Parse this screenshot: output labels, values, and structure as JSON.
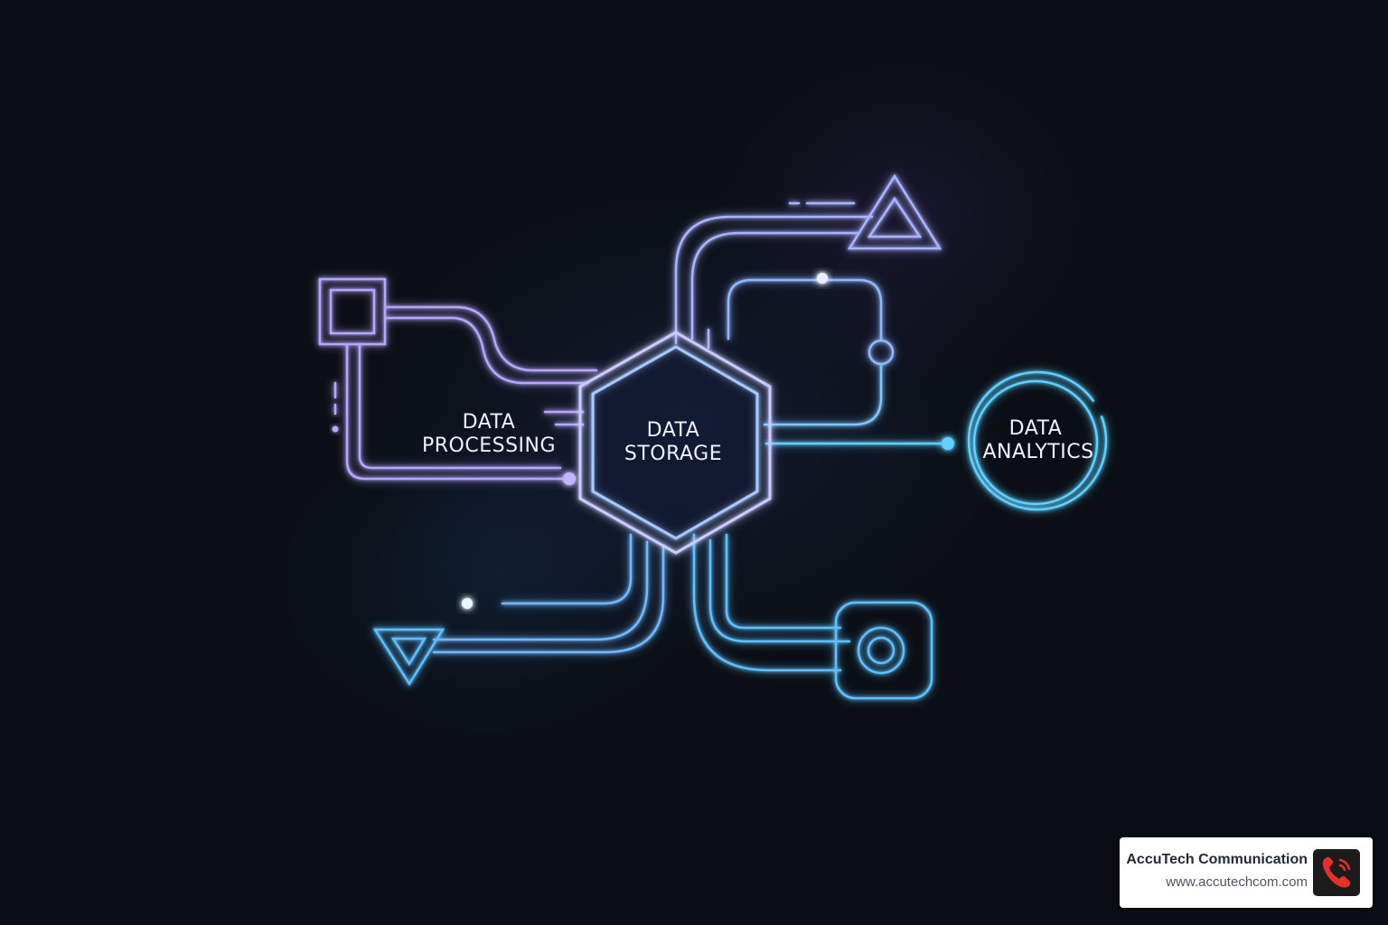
{
  "diagram": {
    "nodes": {
      "processing": {
        "line1": "DATA",
        "line2": "PROCESSING"
      },
      "storage": {
        "line1": "DATA",
        "line2": "STORAGE"
      },
      "analytics": {
        "line1": "DATA",
        "line2": "ANALYTICS"
      }
    },
    "colors": {
      "violet": "#b7a6ff",
      "lavender": "#a9b4ff",
      "blue": "#8fb8ff",
      "cyan": "#5fd0ff",
      "text": "#eef2ff",
      "background": "#0b0e14"
    }
  },
  "brand": {
    "name": "AccuTech Communication",
    "url": "www.accutechcom.com",
    "logo_icon": "phone-icon",
    "logo_color": "#e5312b"
  }
}
